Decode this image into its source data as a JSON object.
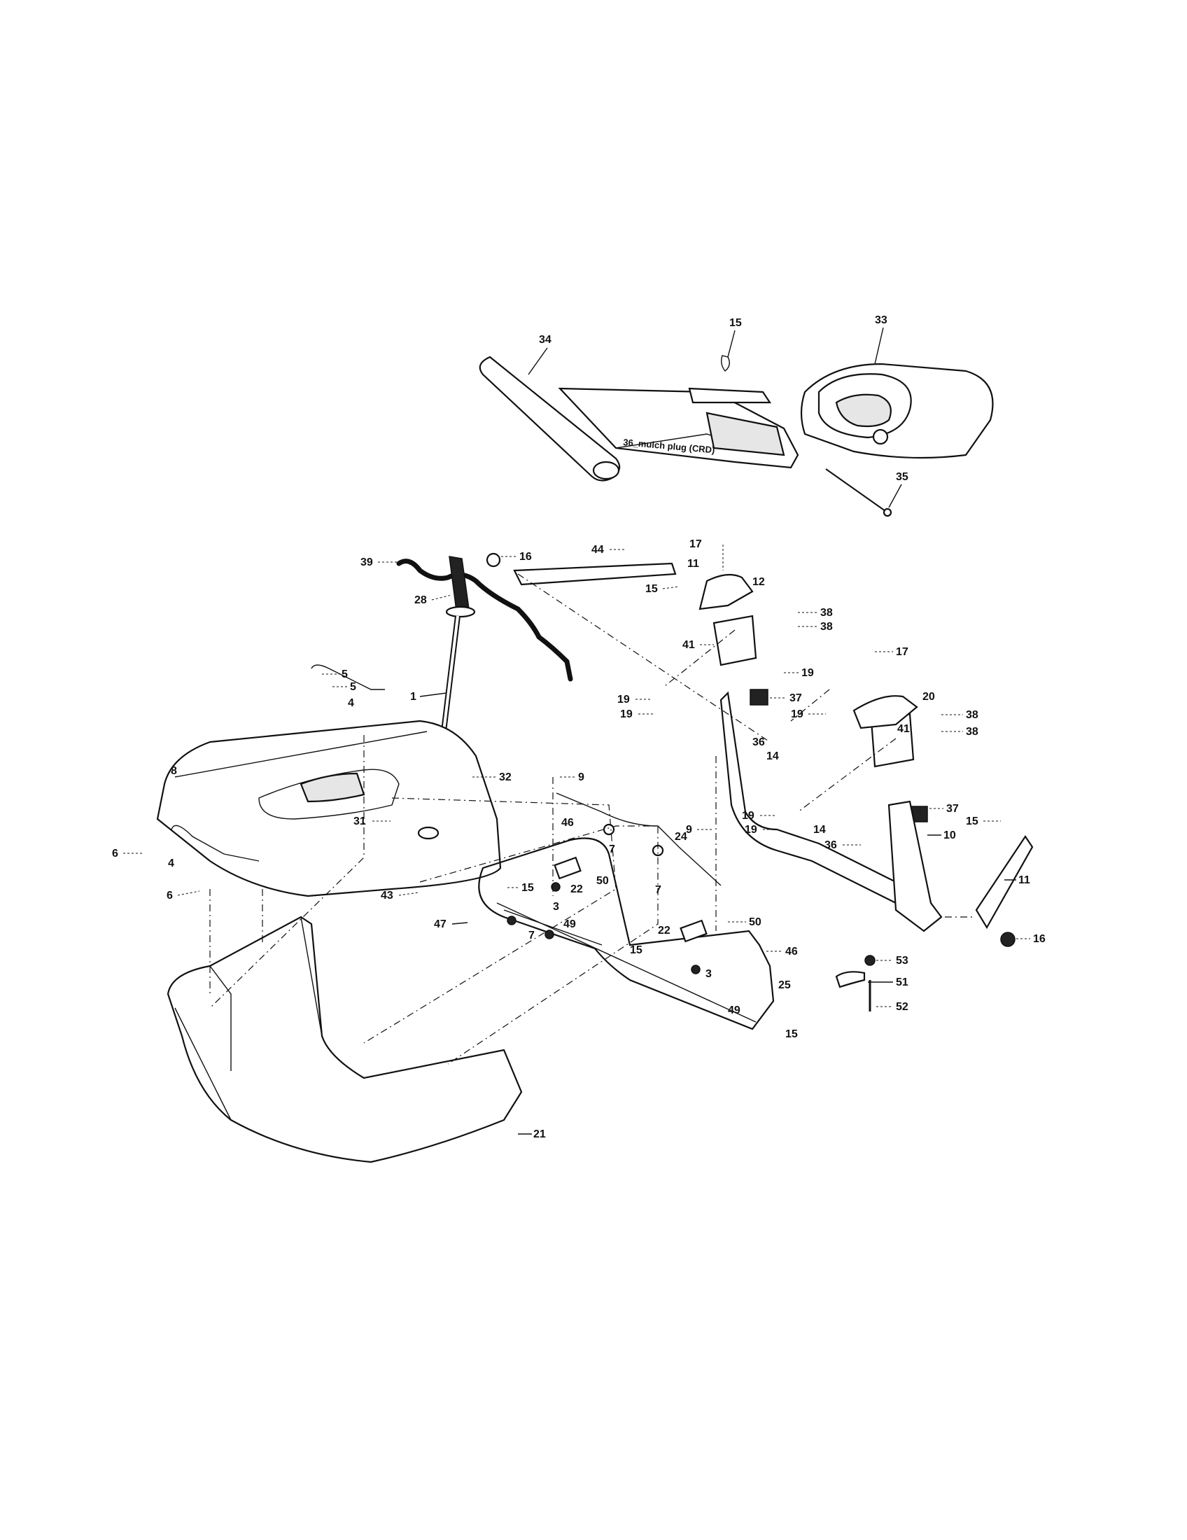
{
  "inset_callout": "36_mulch plug (CRD)",
  "callouts": {
    "c1": "1",
    "c3a": "3",
    "c3b": "3",
    "c4a": "4",
    "c4b": "4",
    "c5a": "5",
    "c5b": "5",
    "c6a": "6",
    "c6b": "6",
    "c7a": "7",
    "c7b": "7",
    "c7c": "7",
    "c8": "8",
    "c9a": "9",
    "c9b": "9",
    "c10": "10",
    "c11a": "11",
    "c11b": "11",
    "c12": "12",
    "c14a": "14",
    "c14b": "14",
    "c15a": "15",
    "c15b": "15",
    "c15c": "15",
    "c15d": "15",
    "c15e": "15",
    "c15f": "15",
    "c16a": "16",
    "c16b": "16",
    "c17a": "17",
    "c17b": "17",
    "c19a": "19",
    "c19b": "19",
    "c19c": "19",
    "c19d": "19",
    "c19e": "19",
    "c19f": "19",
    "c20": "20",
    "c21": "21",
    "c22a": "22",
    "c22b": "22",
    "c24": "24",
    "c25": "25",
    "c28": "28",
    "c31": "31",
    "c32": "32",
    "c33": "33",
    "c34": "34",
    "c35": "35",
    "c36a": "36",
    "c36b": "36",
    "c37a": "37",
    "c37b": "37",
    "c38a": "38",
    "c38b": "38",
    "c38c": "38",
    "c38d": "38",
    "c39": "39",
    "c41a": "41",
    "c41b": "41",
    "c43": "43",
    "c44": "44",
    "c46a": "46",
    "c46b": "46",
    "c47": "47",
    "c49a": "49",
    "c49b": "49",
    "c50a": "50",
    "c50b": "50",
    "c51": "51",
    "c52": "52",
    "c53": "53"
  }
}
